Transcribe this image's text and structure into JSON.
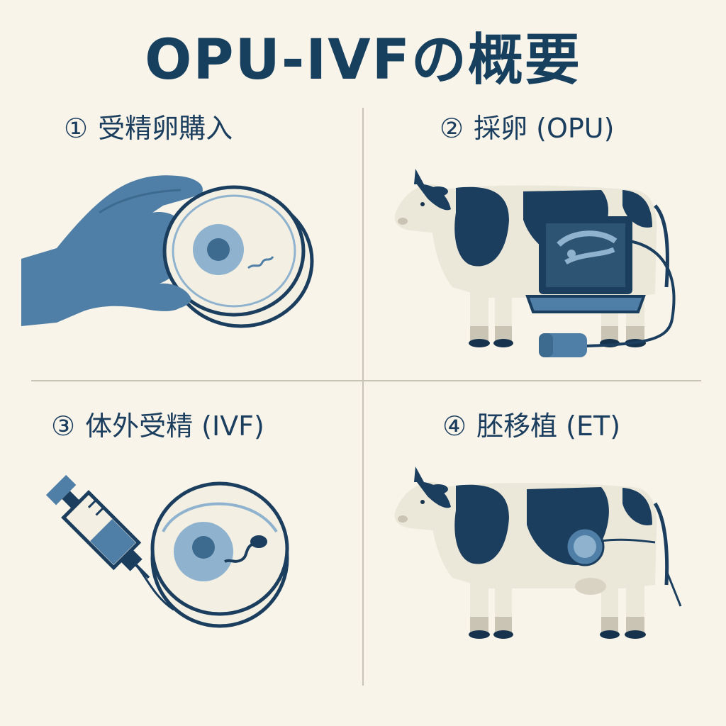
{
  "title": "OPU-IVFの概要",
  "steps": [
    {
      "num": "①",
      "text": "受精卵購入"
    },
    {
      "num": "②",
      "text": "採卵 (OPU)"
    },
    {
      "num": "③",
      "text": "体外受精 (IVF)"
    },
    {
      "num": "④",
      "text": "胚移植 (ET)"
    }
  ],
  "colors": {
    "background": "#f8f4ea",
    "navy": "#1b3e5e",
    "blue": "#4f7fa6",
    "light_blue": "#8fb3cf",
    "cream": "#ece8d9"
  },
  "icons": [
    "hand-holding-petri-dish",
    "cow-with-ultrasound-laptop",
    "syringe-and-petri-dish-with-sperm",
    "cow-with-embryo-transfer"
  ]
}
